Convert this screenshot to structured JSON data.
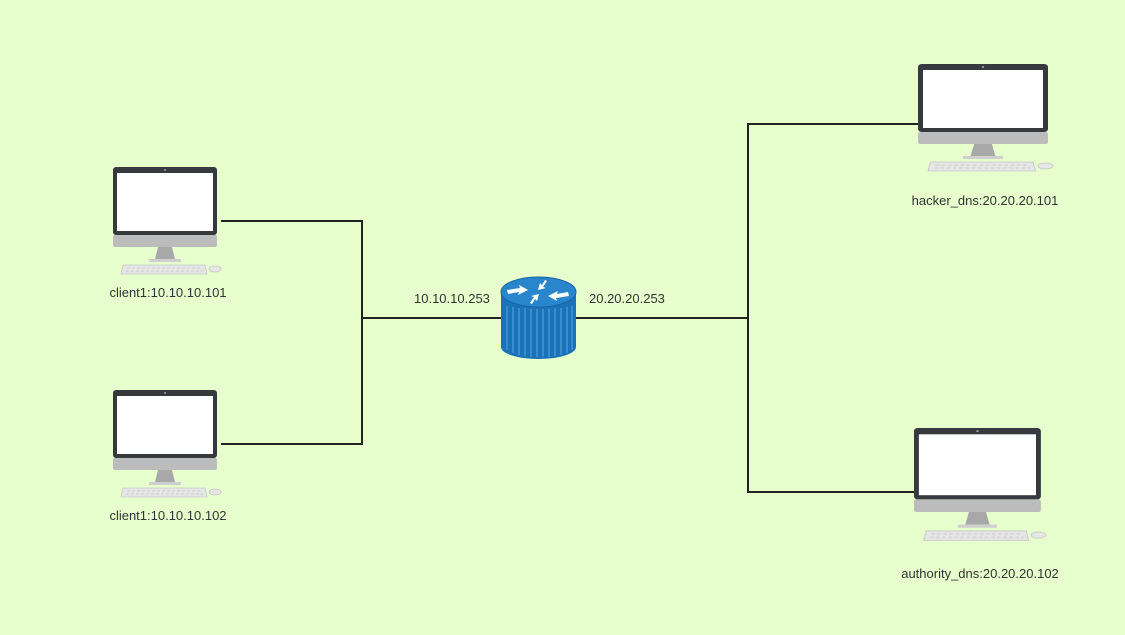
{
  "colors": {
    "background": "#e6ffcc",
    "link": "#222222",
    "router": "#1a73b8",
    "monitor_frame": "#36393e",
    "screen": "#ffffff"
  },
  "nodes": {
    "client1": {
      "label": "client1:10.10.10.101",
      "icon": "computer-icon"
    },
    "client2": {
      "label": "client1:10.10.10.102",
      "icon": "computer-icon"
    },
    "hacker_dns": {
      "label": "hacker_dns:20.20.20.101",
      "icon": "computer-icon"
    },
    "authority_dns": {
      "label": "authority_dns:20.20.20.102",
      "icon": "computer-icon"
    },
    "router": {
      "icon": "router-icon"
    }
  },
  "interfaces": {
    "left": "10.10.10.253",
    "right": "20.20.20.253"
  }
}
